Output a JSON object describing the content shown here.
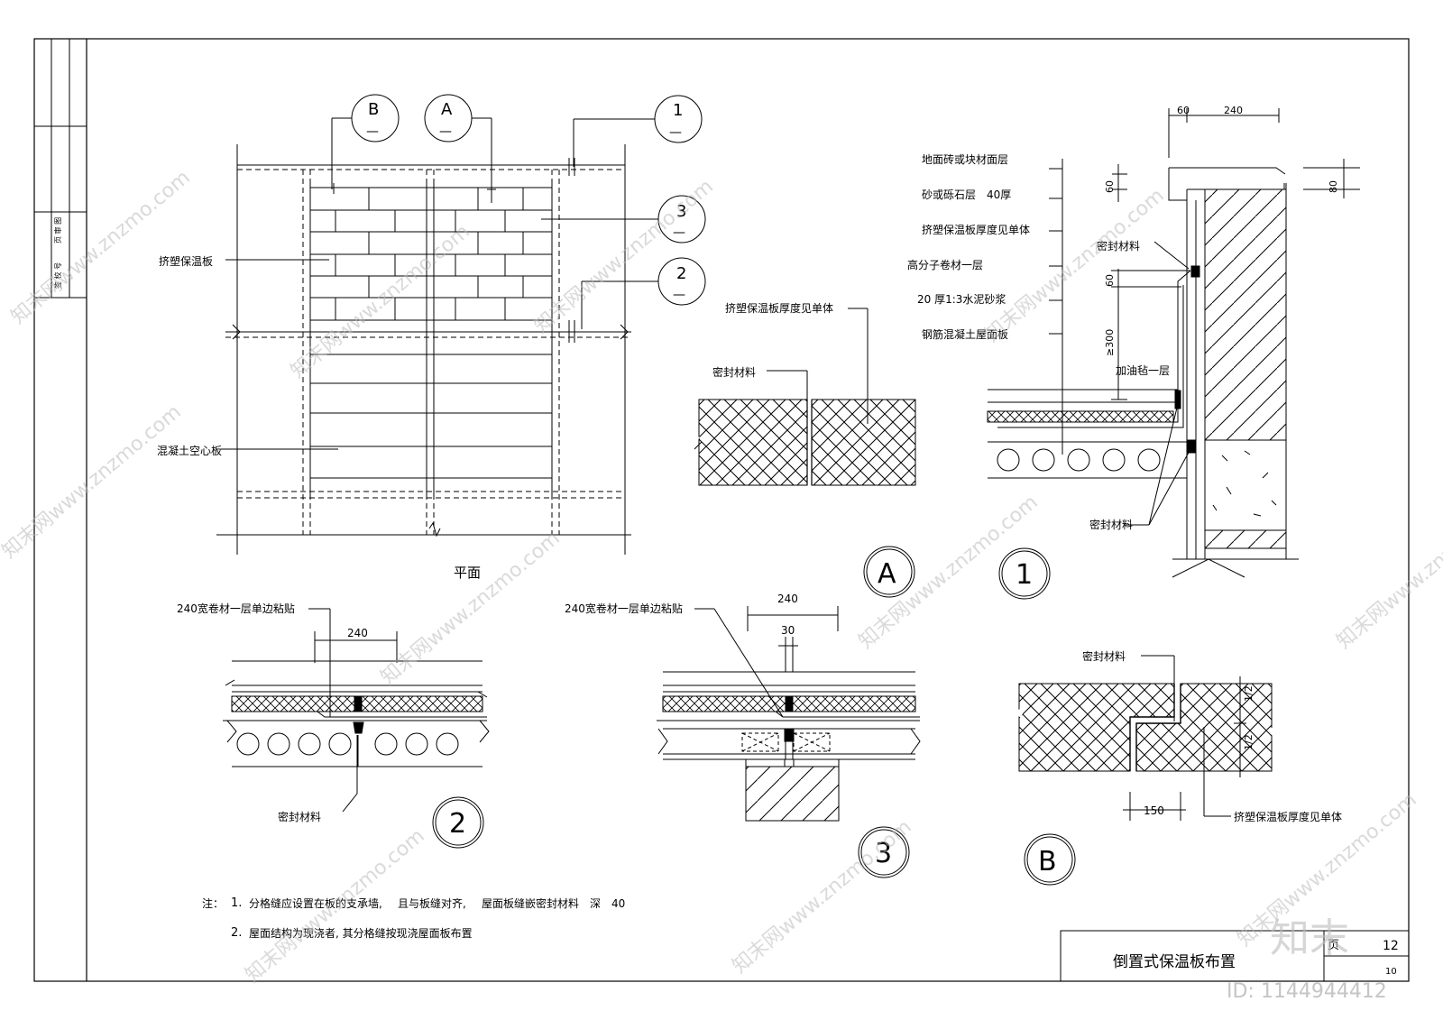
{
  "title_block": {
    "drawing_title": "倒置式保温板布置",
    "sheet_label": "页",
    "sheet_number": "12",
    "page_number": "10"
  },
  "left_strip": {
    "row1": "页 审 图",
    "row2": "签 校 号"
  },
  "plan": {
    "caption": "平面",
    "label_xps": "挤塑保温板",
    "label_hollow_slab": "混凝土空心板",
    "callouts": {
      "B": {
        "letter": "B",
        "sub": "—"
      },
      "A": {
        "letter": "A",
        "sub": "—"
      },
      "one": {
        "letter": "1",
        "sub": "—"
      },
      "three": {
        "letter": "3",
        "sub": "—"
      },
      "two": {
        "letter": "2",
        "sub": "—"
      }
    }
  },
  "detail_A": {
    "label_board": "挤塑保温板厚度见单体",
    "label_sealant": "密封材料",
    "marker": "A"
  },
  "detail_1": {
    "layers": [
      "地面砖或块材面层",
      "砂或砾石层　40厚",
      "挤塑保温板厚度见单体",
      "高分子卷材一层",
      "20 厚1:3水泥砂浆",
      "钢筋混凝土屋面板"
    ],
    "dim_60a": "60",
    "dim_240": "240",
    "dim_60b": "60",
    "dim_80": "80",
    "dim_60c": "60",
    "dim_300": "≥300",
    "label_sealant_top": "密封材料",
    "label_felt": "加油毡一层",
    "label_sealant_bottom": "密封材料",
    "marker": "1"
  },
  "detail_2": {
    "label_strip": "240宽卷材一层单边粘贴",
    "dim_240": "240",
    "label_sealant": "密封材料",
    "marker": "2"
  },
  "detail_3": {
    "label_strip": "240宽卷材一层单边粘贴",
    "dim_240": "240",
    "dim_30": "30",
    "marker": "3"
  },
  "detail_B": {
    "label_sealant": "密封材料",
    "dim_half_top": "1/2",
    "dim_half_bottom": "1/2",
    "dim_150": "150",
    "label_board": "挤塑保温板厚度见单体",
    "marker": "B"
  },
  "notes": {
    "prefix": "注：",
    "line1_num": "1.",
    "line1_a": "分格缝应设置在板的支承墙,",
    "line1_b": "且与板缝对齐,",
    "line1_c": "屋面板缝嵌密封材料　深　40",
    "line2_num": "2.",
    "line2": "屋面结构为现浇者, 其分格缝按现浇屋面板布置"
  },
  "watermark": {
    "site": "知末网www.znzmo.com",
    "logo": "知末",
    "id": "ID: 1144944412"
  }
}
